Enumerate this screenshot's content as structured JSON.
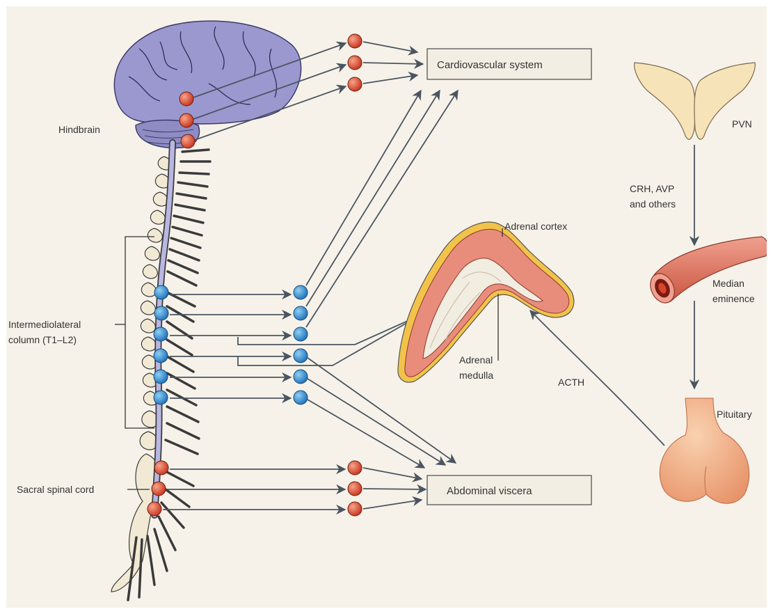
{
  "labels": {
    "hindbrain": "Hindbrain",
    "iml_line1": "Intermediolateral",
    "iml_line2": "column (T1–L2)",
    "sacral": "Sacral spinal cord",
    "cardiovascular": "Cardiovascular system",
    "abdominal": "Abdominal viscera",
    "adrenal_cortex": "Adrenal cortex",
    "adrenal_medulla_line1": "Adrenal",
    "adrenal_medulla_line2": "medulla",
    "acth": "ACTH",
    "pvn": "PVN",
    "crh_line1": "CRH, AVP",
    "crh_line2": "and others",
    "median_line1": "Median",
    "median_line2": "eminence",
    "pituitary": "Pituitary"
  },
  "colors": {
    "background": "#f7f2e9",
    "brain": "#9b98d0",
    "spinal_cord": "#b9b7e2",
    "vertebra": "#f1e9d4",
    "nerve": "#3a3a3a",
    "red_neuron": "#d9452a",
    "blue_neuron": "#2f8fd0",
    "arrow": "#4a5560",
    "adrenal_cortex": "#e88c7c",
    "adrenal_capsule": "#f2c34a",
    "pvn": "#f6e3b8",
    "median_eminence": "#e2705c",
    "pituitary": "#f2b690"
  },
  "icons": [
    "brain-illustration",
    "spinal-cord-illustration",
    "adrenal-gland-illustration",
    "pvn-illustration",
    "median-eminence-illustration",
    "pituitary-illustration"
  ]
}
